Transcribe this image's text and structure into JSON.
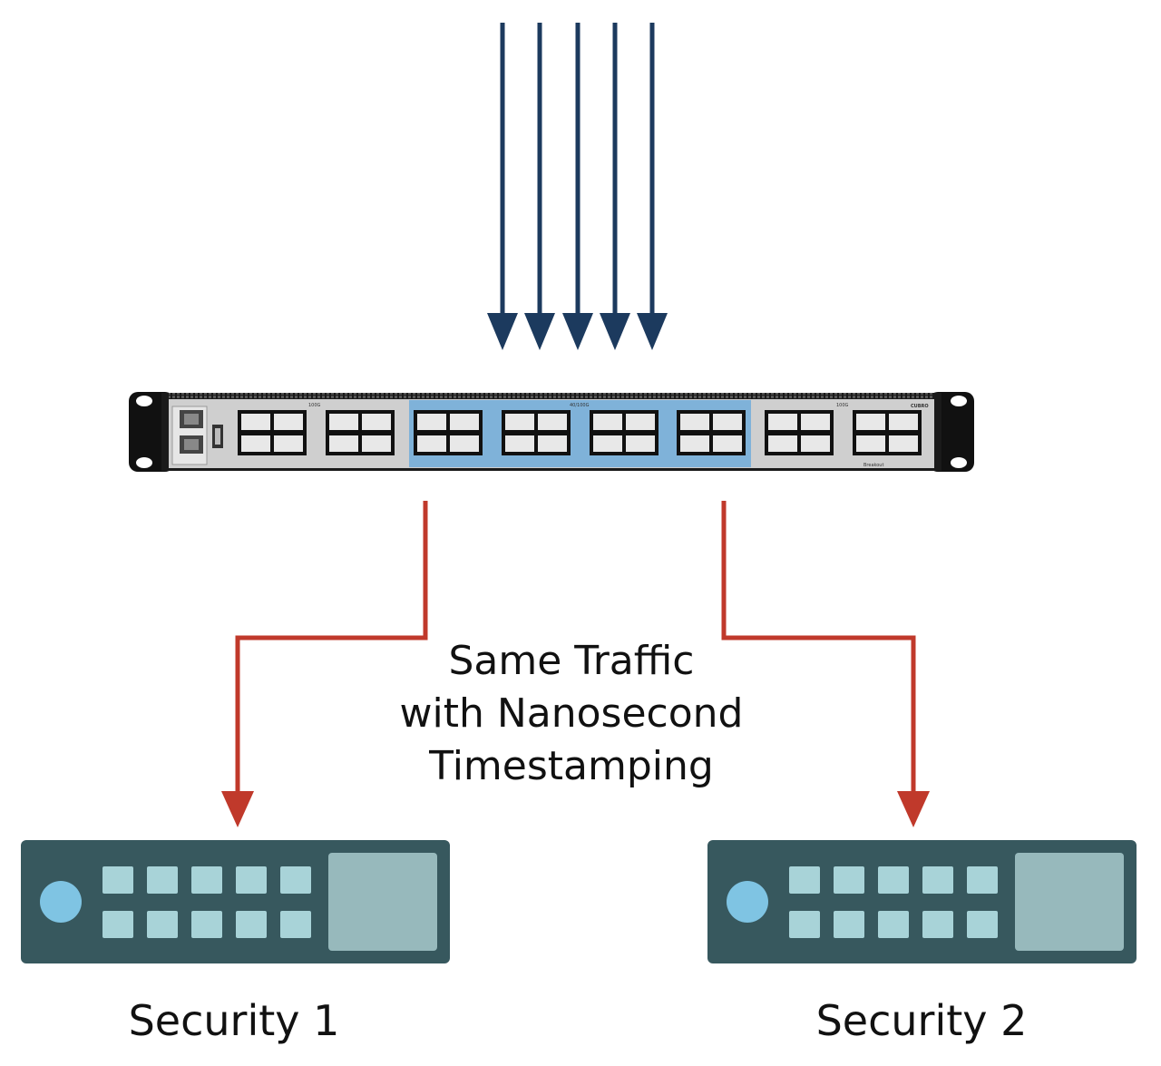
{
  "caption": {
    "line1": "Same Traffic",
    "line2": "with Nanosecond",
    "line3": "Timestamping"
  },
  "devices": [
    {
      "label": "Security 1"
    },
    {
      "label": "Security 2"
    }
  ],
  "switch": {
    "speed_left": "100G",
    "speed_mid": "40/100G",
    "speed_right": "100G",
    "brand": "CUBRO",
    "breakout": "Breakout"
  },
  "colors": {
    "ingress_arrow": "#1c3a5e",
    "egress_arrow": "#c0392b",
    "switch_highlight": "#7fb2d9",
    "device_body": "#37585e",
    "device_button": "#a8d3d8",
    "device_indicator": "#7fc4e3",
    "device_panel": "#97b9bc"
  }
}
